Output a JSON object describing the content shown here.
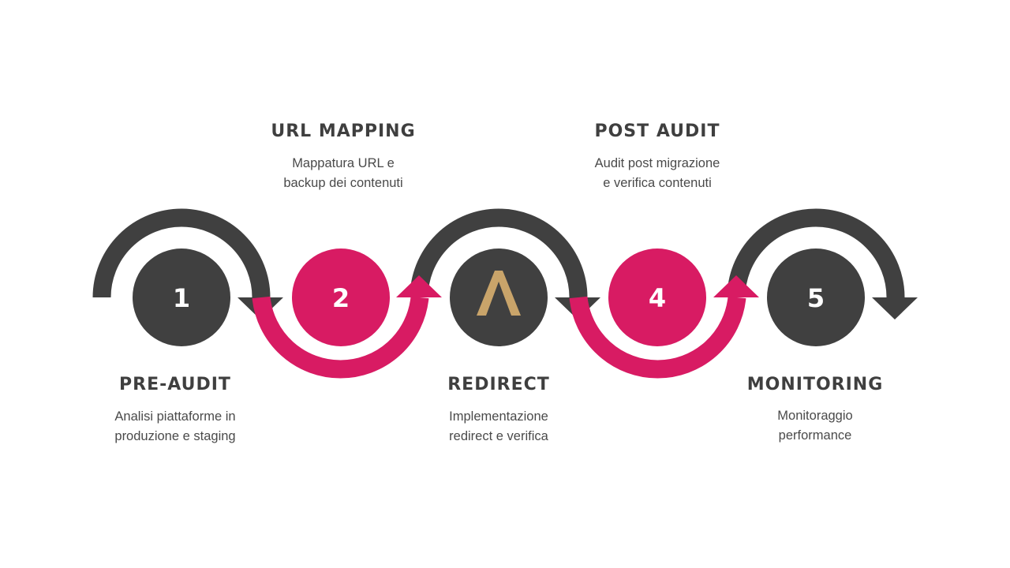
{
  "colors": {
    "dark": "#404040",
    "accent": "#d81b63",
    "logo": "#c9a46a"
  },
  "steps": [
    {
      "number": "1",
      "title": "PRE-AUDIT",
      "desc": [
        "Analisi piattaforme in",
        "produzione e staging"
      ],
      "color": "dark",
      "icon": null
    },
    {
      "number": "2",
      "title": "URL MAPPING",
      "desc": [
        "Mappatura URL e",
        "backup dei contenuti"
      ],
      "color": "accent",
      "icon": null
    },
    {
      "number": "",
      "title": "REDIRECT",
      "desc": [
        "Implementazione",
        "redirect e verifica"
      ],
      "color": "dark",
      "icon": "lambda-logo-icon"
    },
    {
      "number": "4",
      "title": "POST AUDIT",
      "desc": [
        "Audit post migrazione",
        "e verifica contenuti"
      ],
      "color": "accent",
      "icon": null
    },
    {
      "number": "5",
      "title": "MONITORING",
      "desc": [
        "Monitoraggio",
        "performance"
      ],
      "color": "dark",
      "icon": null
    }
  ]
}
